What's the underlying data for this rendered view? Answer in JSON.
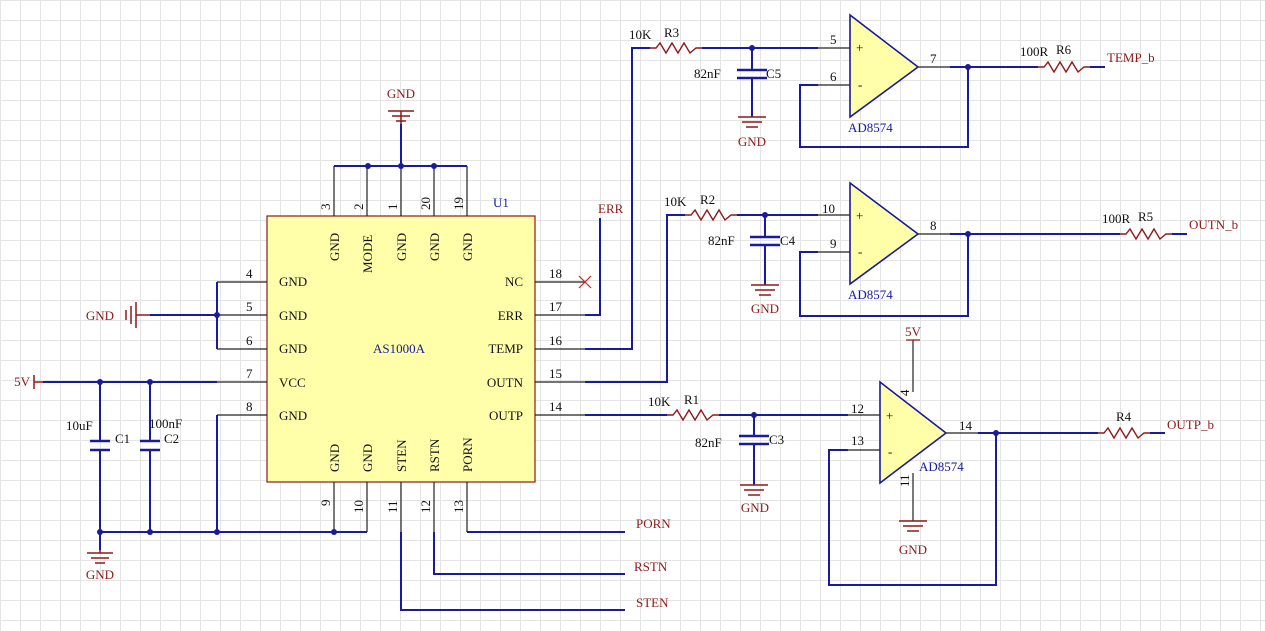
{
  "colors": {
    "wire": "#1a1a9c",
    "net": "#8b1a1a",
    "body": "#ffffaa",
    "grid": "#e4e4e4"
  },
  "u1": {
    "designator": "U1",
    "part": "AS1000A",
    "top_pins": [
      {
        "num": "3",
        "name": "GND"
      },
      {
        "num": "2",
        "name": "MODE"
      },
      {
        "num": "1",
        "name": "GND"
      },
      {
        "num": "20",
        "name": "GND"
      },
      {
        "num": "19",
        "name": "GND"
      }
    ],
    "left_pins": [
      {
        "num": "4",
        "name": "GND"
      },
      {
        "num": "5",
        "name": "GND"
      },
      {
        "num": "6",
        "name": "GND"
      },
      {
        "num": "7",
        "name": "VCC"
      },
      {
        "num": "8",
        "name": "GND"
      }
    ],
    "right_pins": [
      {
        "num": "18",
        "name": "NC"
      },
      {
        "num": "17",
        "name": "ERR"
      },
      {
        "num": "16",
        "name": "TEMP"
      },
      {
        "num": "15",
        "name": "OUTN"
      },
      {
        "num": "14",
        "name": "OUTP"
      }
    ],
    "bottom_pins": [
      {
        "num": "9",
        "name": "GND"
      },
      {
        "num": "10",
        "name": "GND"
      },
      {
        "num": "11",
        "name": "STEN"
      },
      {
        "num": "12",
        "name": "RSTN"
      },
      {
        "num": "13",
        "name": "PORN"
      }
    ]
  },
  "opamps": [
    {
      "part": "AD8574",
      "in_plus": "5",
      "in_minus": "6",
      "out": "7",
      "plus": "+",
      "minus": "-"
    },
    {
      "part": "AD8574",
      "in_plus": "10",
      "in_minus": "9",
      "out": "8",
      "plus": "+",
      "minus": "-"
    },
    {
      "part": "AD8574",
      "in_plus": "12",
      "in_minus": "13",
      "out": "14",
      "vpos": "4",
      "vneg": "11",
      "plus": "+",
      "minus": "-"
    }
  ],
  "resistors": [
    {
      "ref": "R3",
      "value": "10K"
    },
    {
      "ref": "R2",
      "value": "10K"
    },
    {
      "ref": "R1",
      "value": "10K"
    },
    {
      "ref": "R6",
      "value": "100R"
    },
    {
      "ref": "R5",
      "value": "100R"
    },
    {
      "ref": "R4",
      "value": ""
    }
  ],
  "capacitors": [
    {
      "ref": "C5",
      "value": "82nF"
    },
    {
      "ref": "C4",
      "value": "82nF"
    },
    {
      "ref": "C3",
      "value": "82nF"
    },
    {
      "ref": "C1",
      "value": "10uF"
    },
    {
      "ref": "C2",
      "value": "100nF"
    }
  ],
  "nets": {
    "gnd": "GND",
    "vcc": "5V",
    "err": "ERR",
    "temp_b": "TEMP_b",
    "outn_b": "OUTN_b",
    "outp_b": "OUTP_b",
    "porn": "PORN",
    "rstn": "RSTN",
    "sten": "STEN"
  }
}
